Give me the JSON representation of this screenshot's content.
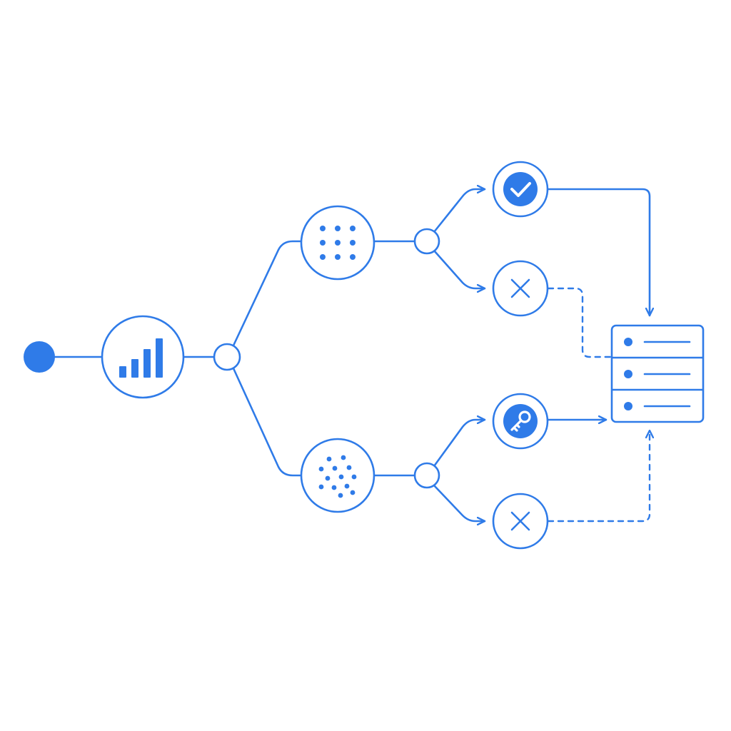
{
  "diagram": {
    "colors": {
      "line": "#2f7be8",
      "fill": "#2f7be8",
      "background": "#ffffff"
    },
    "nodes": [
      {
        "id": "start",
        "icon": "filled-dot-icon"
      },
      {
        "id": "analyze",
        "icon": "bar-chart-icon"
      },
      {
        "id": "split-junction",
        "icon": "junction-icon"
      },
      {
        "id": "grid-cluster",
        "icon": "dot-grid-icon"
      },
      {
        "id": "scatter-cluster",
        "icon": "scattered-dots-icon"
      },
      {
        "id": "upper-junction",
        "icon": "junction-icon"
      },
      {
        "id": "lower-junction",
        "icon": "junction-icon"
      },
      {
        "id": "approved",
        "icon": "check-icon"
      },
      {
        "id": "rejected-upper",
        "icon": "close-icon"
      },
      {
        "id": "key-access",
        "icon": "key-icon"
      },
      {
        "id": "rejected-lower",
        "icon": "close-icon"
      },
      {
        "id": "server",
        "icon": "server-stack-icon"
      }
    ],
    "edges": [
      {
        "from": "start",
        "to": "analyze",
        "style": "solid"
      },
      {
        "from": "analyze",
        "to": "split-junction",
        "style": "solid"
      },
      {
        "from": "split-junction",
        "to": "grid-cluster",
        "style": "solid"
      },
      {
        "from": "split-junction",
        "to": "scatter-cluster",
        "style": "solid"
      },
      {
        "from": "grid-cluster",
        "to": "upper-junction",
        "style": "solid"
      },
      {
        "from": "scatter-cluster",
        "to": "lower-junction",
        "style": "solid"
      },
      {
        "from": "upper-junction",
        "to": "approved",
        "style": "solid"
      },
      {
        "from": "upper-junction",
        "to": "rejected-upper",
        "style": "solid"
      },
      {
        "from": "lower-junction",
        "to": "key-access",
        "style": "solid"
      },
      {
        "from": "lower-junction",
        "to": "rejected-lower",
        "style": "solid"
      },
      {
        "from": "approved",
        "to": "server",
        "style": "solid"
      },
      {
        "from": "rejected-upper",
        "to": "server",
        "style": "dashed"
      },
      {
        "from": "key-access",
        "to": "server",
        "style": "solid"
      },
      {
        "from": "rejected-lower",
        "to": "server",
        "style": "dashed"
      }
    ]
  }
}
